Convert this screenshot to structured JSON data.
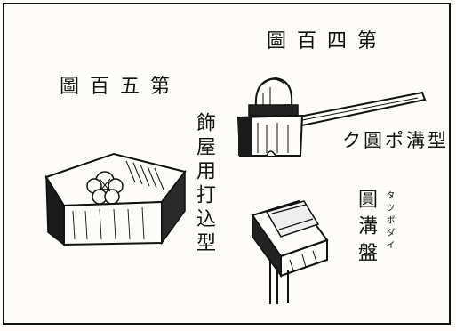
{
  "figure_4": {
    "caption": "第四百圖",
    "tool_name": "型溝ポ圓ク",
    "tool_name_ruby": "タツポダイ",
    "item_name": "圓溝盤"
  },
  "figure_5": {
    "caption": "第五百圖",
    "item_name": "飾屋用打込型"
  },
  "colors": {
    "ink": "#111111",
    "paper": "#fdfcf8"
  }
}
